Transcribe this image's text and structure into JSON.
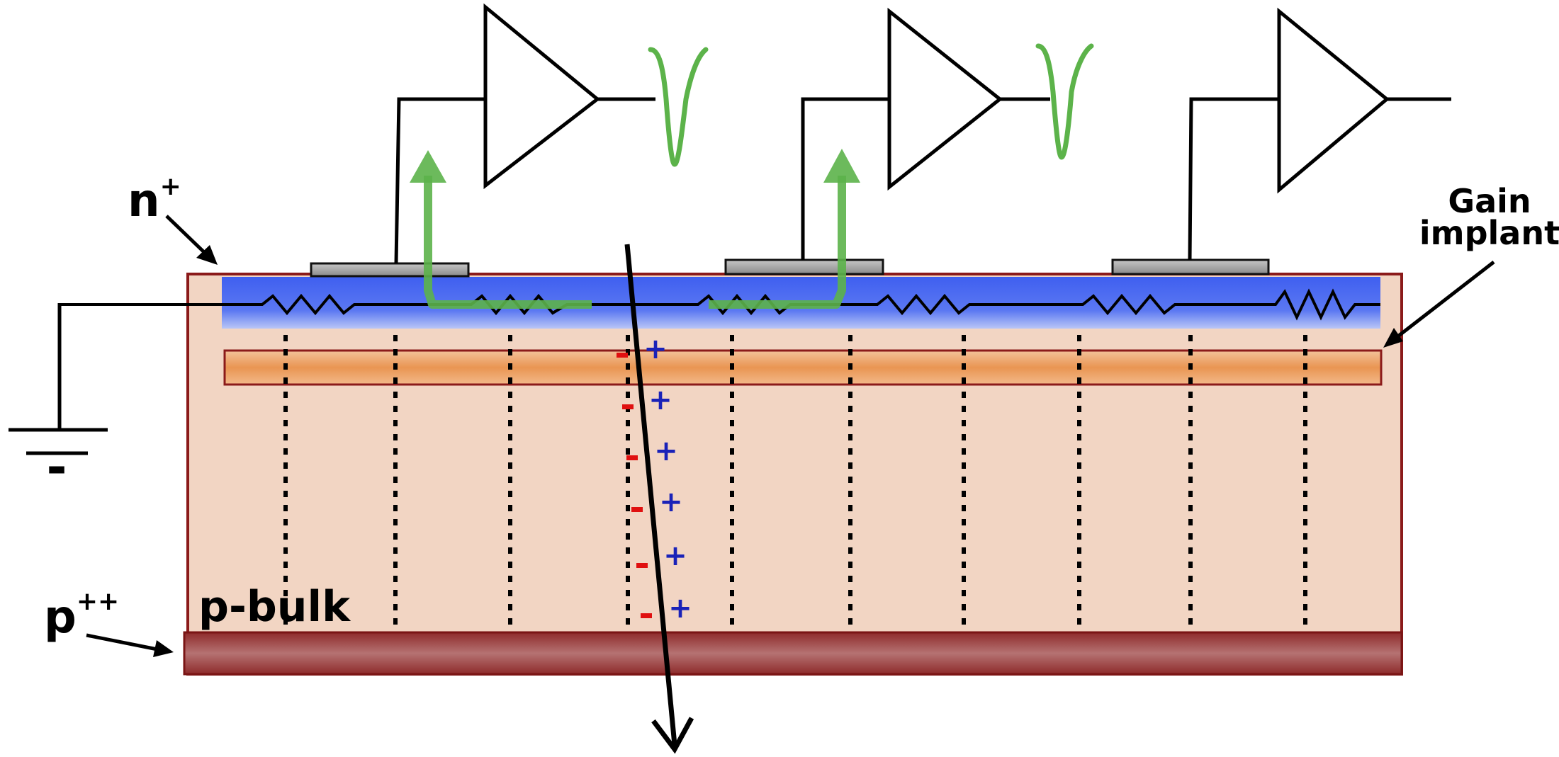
{
  "labels": {
    "n_plus": {
      "main": "n",
      "sup": "+"
    },
    "p_plus_plus": {
      "main": "p",
      "sup": "++"
    },
    "p_bulk": "p-bulk",
    "gain_implant_line1": "Gain",
    "gain_implant_line2": "implant",
    "ground_minus": "-"
  },
  "charges": {
    "positive_symbol": "+",
    "negative_symbol": "-"
  },
  "colors": {
    "bulk": "#f2d5c3",
    "bulk_border": "#8b1a1a",
    "n_plus_layer": "#4f6ff0",
    "gain_implant": "#ec9a5c",
    "p_plus_plus_layer": "#9a3a3a",
    "signal": "#5cb34a",
    "positive_charge": "#1a22b8",
    "negative_charge": "#e01010",
    "pad": "#9a9a9a"
  }
}
